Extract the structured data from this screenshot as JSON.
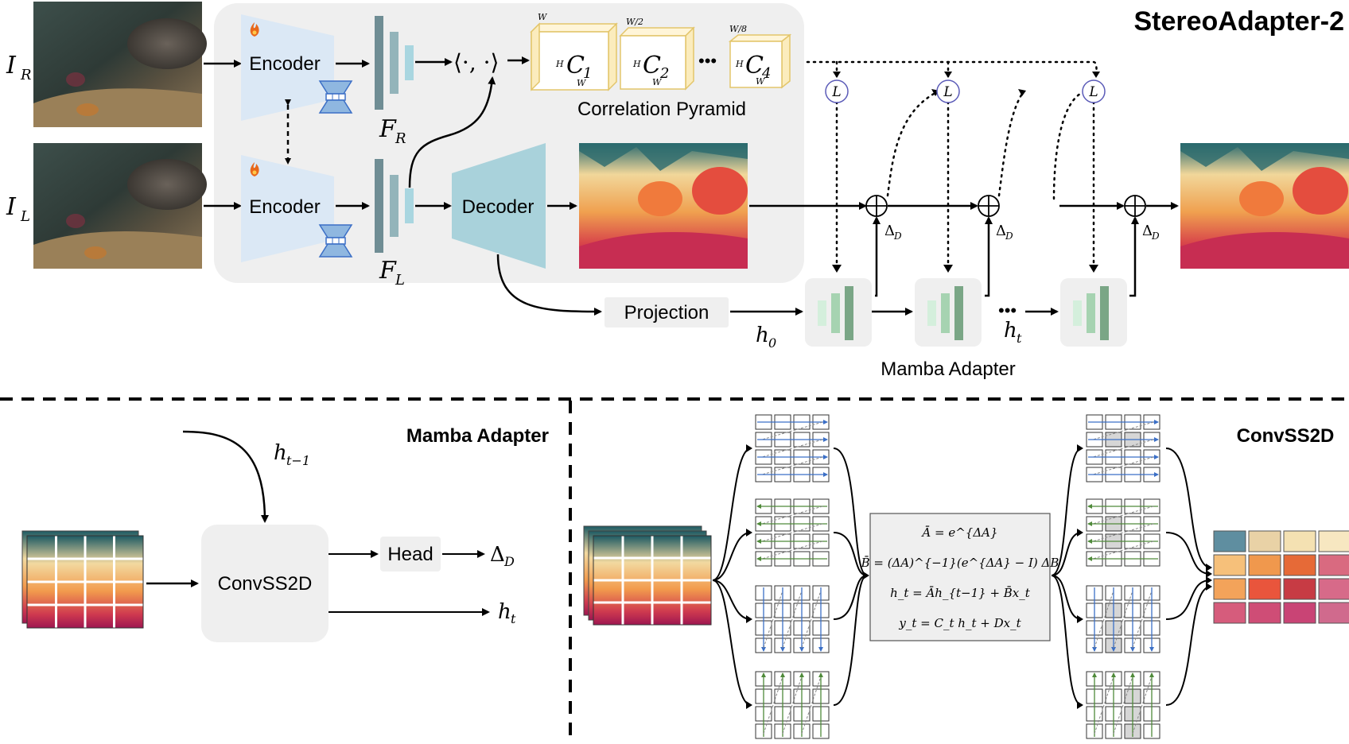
{
  "title": "StereoAdapter-2",
  "inputs": {
    "right_symbol": "I",
    "right_sub": "R",
    "left_symbol": "I",
    "left_sub": "L"
  },
  "encoder_label": "Encoder",
  "features": {
    "right_symbol": "F",
    "right_sub": "R",
    "left_symbol": "F",
    "left_sub": "L"
  },
  "correlation_op": "⟨·, ·⟩",
  "correlation_pyramid": {
    "label": "Correlation Pyramid",
    "cubes": [
      {
        "top": "W",
        "side": "H",
        "front": "C",
        "sub": "1",
        "bottom": "W"
      },
      {
        "top": "W/2",
        "side": "H",
        "front": "C",
        "sub": "2",
        "bottom": "W"
      },
      {
        "top": "W/8",
        "side": "H",
        "front": "C",
        "sub": "4",
        "bottom": "W"
      }
    ],
    "ellipsis": "•••"
  },
  "decoder_label": "Decoder",
  "projection_label": "Projection",
  "lookup_symbol": "L",
  "delta_symbol": "Δ",
  "delta_sub": "D",
  "hidden": {
    "h0_symbol": "h",
    "h0_sub": "0",
    "ht_symbol": "h",
    "ht_sub": "t",
    "ellipsis": "•••"
  },
  "mamba_adapter_caption": "Mamba Adapter",
  "bottom_left": {
    "title": "Mamba Adapter",
    "h_prev_symbol": "h",
    "h_prev_sub": "t−1",
    "block_label": "ConvSS2D",
    "head_label": "Head",
    "out_delta_symbol": "Δ",
    "out_delta_sub": "D",
    "out_h_symbol": "h",
    "out_h_sub": "t"
  },
  "bottom_right": {
    "title": "ConvSS2D",
    "equations": [
      "Ā = e^{ΔA}",
      "B̄ = (ΔA)^{−1}(e^{ΔA} − I) ΔB",
      "h_t = Āh_{t−1} + B̄x_t",
      "y_t = C_t h_t + Dx_t"
    ]
  },
  "colors": {
    "panel_bg": "#efefef",
    "encoder_fill": "#dbe8f5",
    "decoder_fill": "#a9d2db",
    "feat_dark": "#6f8d94",
    "feat_mid": "#93b4ba",
    "feat_light": "#a9d6e0",
    "cube_border": "#e3c56a",
    "mamba_dark": "#7aa686",
    "mamba_mid": "#a6d3b1",
    "mamba_light": "#d4efdc",
    "lookup_stroke": "#5b5bb8",
    "scan_blue": "#3b6fc6",
    "scan_green": "#4f8a3a",
    "flame": "#e8681a"
  }
}
